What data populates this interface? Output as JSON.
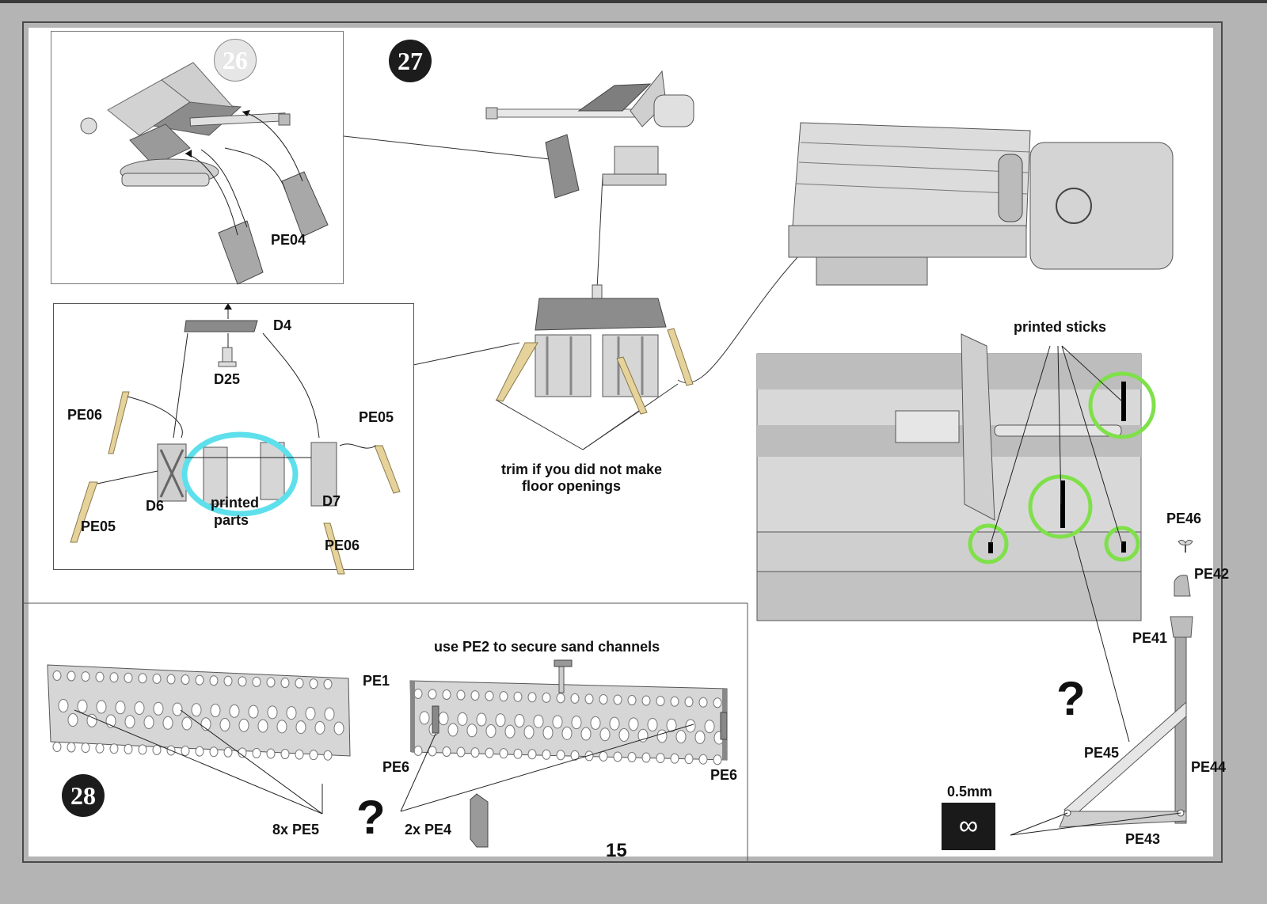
{
  "document": {
    "page_number": "15",
    "accent_colors": {
      "highlight_cyan": "#5de0ec",
      "highlight_green": "#7fe04a",
      "photo_etch_tan": "#e6d39c",
      "badge_dark": "#1c1c1c",
      "viewer_background": "#b4b4b4"
    }
  },
  "step26": {
    "badge": "26",
    "labels": {
      "pe04": "PE04"
    }
  },
  "step27": {
    "badge": "27",
    "subassembly_labels": {
      "d4": "D4",
      "d25": "D25",
      "pe06_left": "PE06",
      "pe05_right": "PE05",
      "d6": "D6",
      "d7": "D7",
      "pe05_left": "PE05",
      "pe06_right": "PE06",
      "printed_parts_line1": "printed",
      "printed_parts_line2": "parts"
    },
    "trim_note_line1": "trim if you did not make",
    "trim_note_line2": "floor openings",
    "printed_sticks": "printed sticks",
    "right_parts": {
      "pe46": "PE46",
      "pe42": "PE42",
      "pe41": "PE41",
      "pe45": "PE45",
      "pe44": "PE44",
      "pe43": "PE43",
      "question_mark": "?",
      "wire_size": "0.5mm",
      "infinity_symbol": "∞"
    }
  },
  "step28": {
    "badge": "28",
    "channel_left_label": "PE1",
    "channel_left_callout": "8x PE5",
    "note": "use PE2 to secure sand channels",
    "pe6_left": "PE6",
    "pe6_right": "PE6",
    "callout_pe4": "2x PE4",
    "question_mark": "?"
  }
}
